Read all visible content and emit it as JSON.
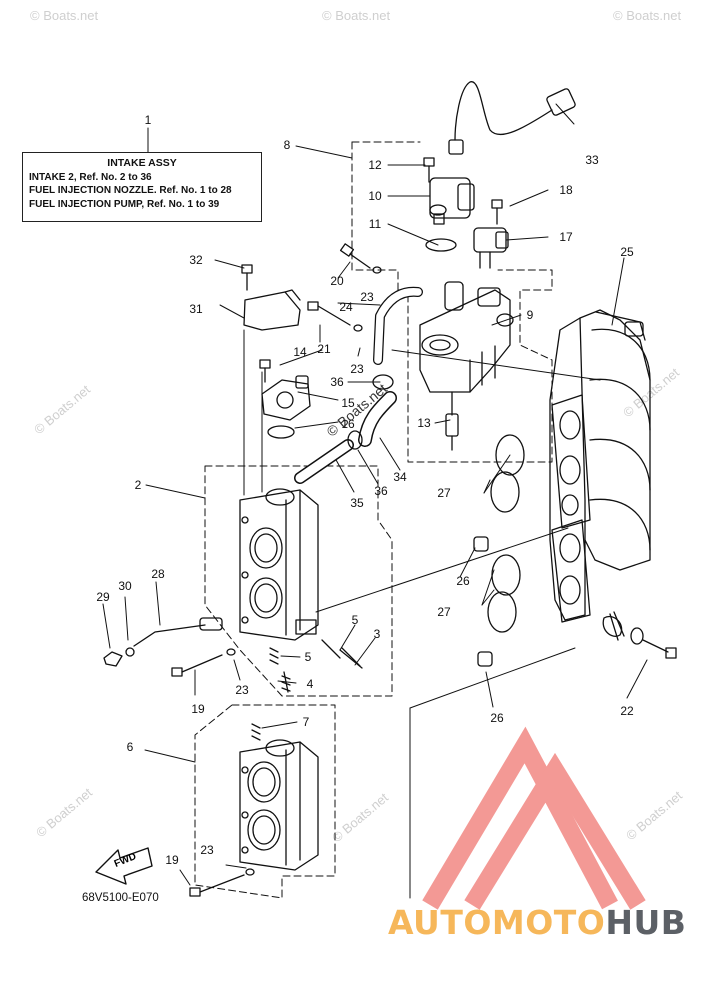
{
  "legend": {
    "ref_number": "1",
    "title": "INTAKE ASSY",
    "lines": [
      "INTAKE 2, Ref. No. 2 to 36",
      "FUEL INJECTION NOZZLE.  Ref. No. 1 to 28",
      "FUEL INJECTION PUMP,  Ref. No. 1 to 39"
    ]
  },
  "part_code": "68V5100-E070",
  "fwd_label": "FWD",
  "watermark": "© Boats.net",
  "brand": {
    "part1": "AUTOMOTO",
    "part2": "HUB",
    "color1": "#f6b75a",
    "color2": "#5c6066",
    "logo_color": "#f28f8a"
  },
  "callouts": [
    {
      "id": "2",
      "label": "2"
    },
    {
      "id": "3",
      "label": "3"
    },
    {
      "id": "4",
      "label": "4"
    },
    {
      "id": "5a",
      "label": "5"
    },
    {
      "id": "5b",
      "label": "5"
    },
    {
      "id": "6",
      "label": "6"
    },
    {
      "id": "7",
      "label": "7"
    },
    {
      "id": "8",
      "label": "8"
    },
    {
      "id": "9",
      "label": "9"
    },
    {
      "id": "10",
      "label": "10"
    },
    {
      "id": "11",
      "label": "11"
    },
    {
      "id": "12",
      "label": "12"
    },
    {
      "id": "13",
      "label": "13"
    },
    {
      "id": "14",
      "label": "14"
    },
    {
      "id": "15",
      "label": "15"
    },
    {
      "id": "16",
      "label": "16"
    },
    {
      "id": "17",
      "label": "17"
    },
    {
      "id": "18",
      "label": "18"
    },
    {
      "id": "19a",
      "label": "19"
    },
    {
      "id": "19b",
      "label": "19"
    },
    {
      "id": "20",
      "label": "20"
    },
    {
      "id": "21",
      "label": "21"
    },
    {
      "id": "22",
      "label": "22"
    },
    {
      "id": "23a",
      "label": "23"
    },
    {
      "id": "23b",
      "label": "23"
    },
    {
      "id": "23c",
      "label": "23"
    },
    {
      "id": "23d",
      "label": "23"
    },
    {
      "id": "24",
      "label": "24"
    },
    {
      "id": "25",
      "label": "25"
    },
    {
      "id": "26a",
      "label": "26"
    },
    {
      "id": "26b",
      "label": "26"
    },
    {
      "id": "27a",
      "label": "27"
    },
    {
      "id": "27b",
      "label": "27"
    },
    {
      "id": "28",
      "label": "28"
    },
    {
      "id": "29",
      "label": "29"
    },
    {
      "id": "30",
      "label": "30"
    },
    {
      "id": "31",
      "label": "31"
    },
    {
      "id": "32",
      "label": "32"
    },
    {
      "id": "33",
      "label": "33"
    },
    {
      "id": "34",
      "label": "34"
    },
    {
      "id": "35",
      "label": "35"
    },
    {
      "id": "36a",
      "label": "36"
    },
    {
      "id": "36b",
      "label": "36"
    }
  ]
}
